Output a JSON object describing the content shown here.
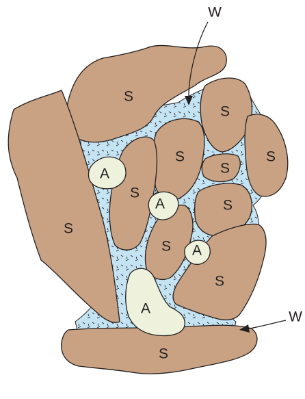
{
  "labels": {
    "solid": "S",
    "air": "A",
    "water": "W"
  },
  "colors": {
    "solid_fill": "#c8a283",
    "water_fill": "#c4e3f3",
    "air_fill": "#eef2dc",
    "outline": "#231f20"
  }
}
